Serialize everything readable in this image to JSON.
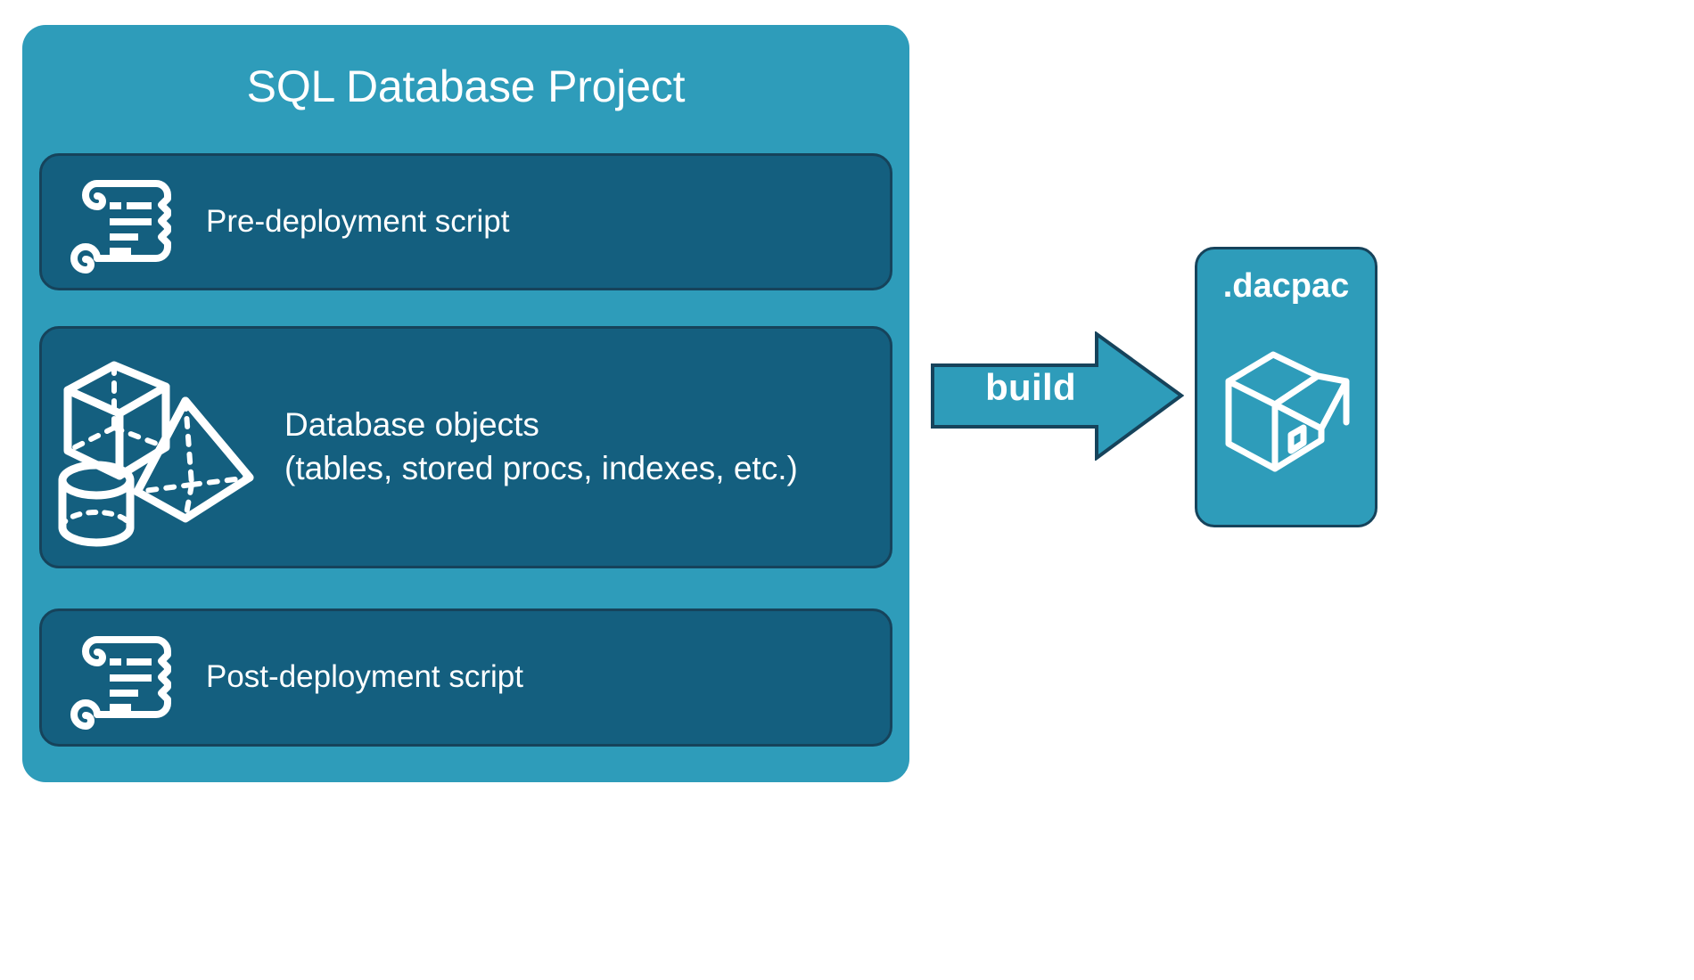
{
  "diagram": {
    "title": "SQL Database Project build to dacpac",
    "background_color": "#ffffff"
  },
  "project_panel": {
    "title": "SQL Database Project",
    "panel_color": "#2e9cba",
    "row_color": "#145f7f",
    "row_border_color": "#16435b",
    "rows": [
      {
        "id": "pre-deployment",
        "icon": "scroll-icon",
        "label": "Pre-deployment script"
      },
      {
        "id": "database-objects",
        "icon": "shapes-icon",
        "label": "Database objects\n(tables, stored procs, indexes, etc.)"
      },
      {
        "id": "post-deployment",
        "icon": "scroll-icon",
        "label": "Post-deployment script"
      }
    ]
  },
  "build_arrow": {
    "label": "build",
    "color": "#2e9cba",
    "border_color": "#16435b",
    "direction": "right"
  },
  "output_box": {
    "title": ".dacpac",
    "icon": "package-box-icon",
    "color": "#2e9cba",
    "border_color": "#16435b"
  }
}
